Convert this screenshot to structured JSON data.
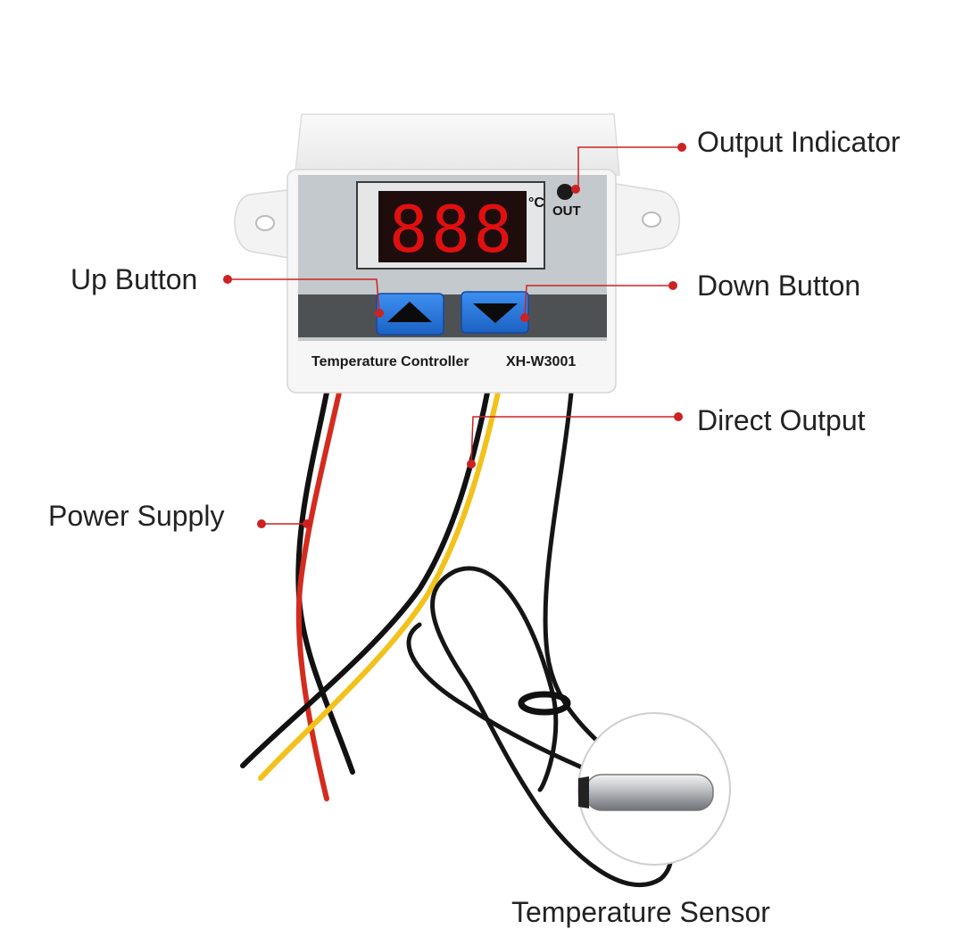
{
  "labels": {
    "output_indicator": "Output Indicator",
    "up_button": "Up Button",
    "down_button": "Down Button",
    "direct_output": "Direct Output",
    "power_supply": "Power Supply",
    "temperature_sensor": "Temperature Sensor"
  },
  "device": {
    "display": "888",
    "unit": "°C",
    "out_label": "OUT",
    "name": "Temperature Controller",
    "model": "XH-W3001"
  },
  "colors": {
    "callout_line": "#cc2222",
    "display_digits": "#e01010",
    "button_blue": "#1e73d8",
    "wire_red": "#d42b1f",
    "wire_yellow": "#f2c21b",
    "wire_black": "#111111"
  },
  "icons": {
    "up_button": "triangle-up-icon",
    "down_button": "triangle-down-icon"
  }
}
